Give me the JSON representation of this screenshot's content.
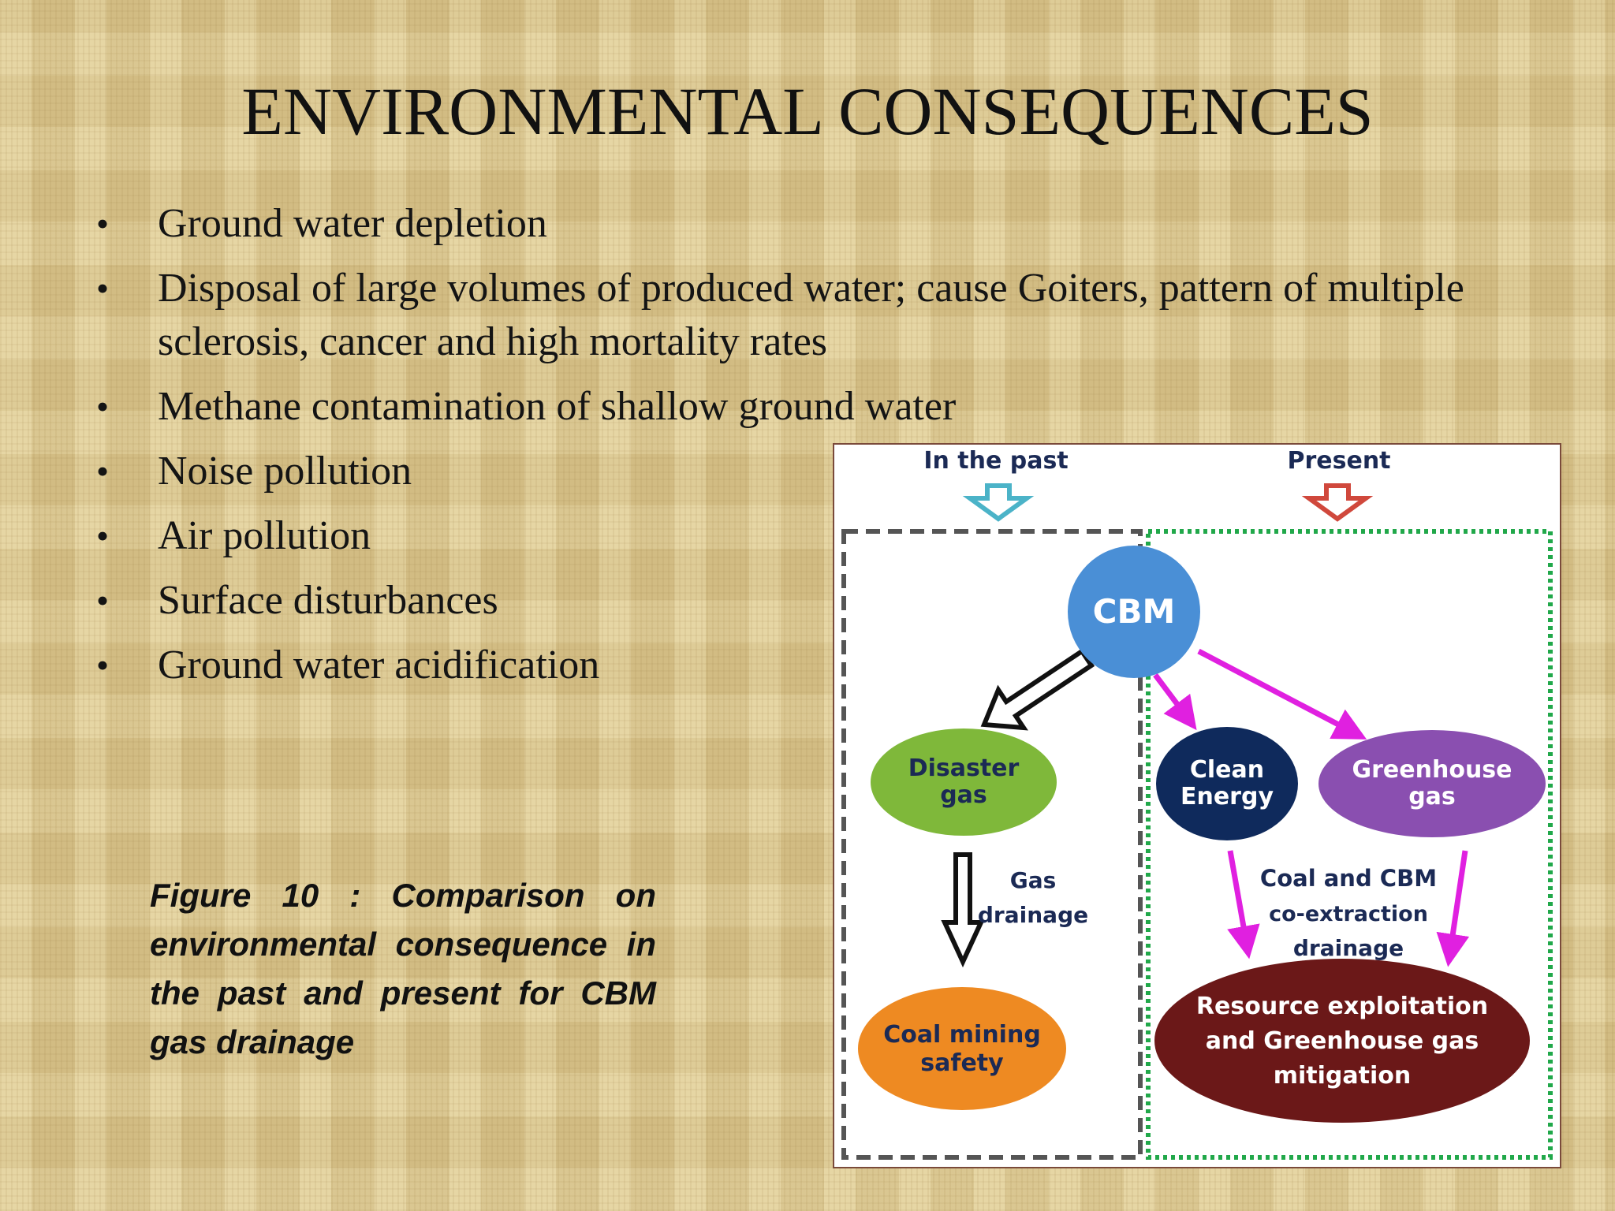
{
  "slide": {
    "title": "ENVIRONMENTAL CONSEQUENCES",
    "bullets": [
      "Ground water depletion",
      "Disposal of large volumes of produced water; cause Goiters, pattern of multiple sclerosis, cancer and high mortality rates",
      "Methane contamination of shallow ground water",
      "Noise pollution",
      "Air pollution",
      "Surface disturbances",
      "Ground water acidification"
    ],
    "bullet_symbol": "•",
    "caption": "Figure 10 : Comparison on environmental consequence in the past and present for CBM gas drainage"
  },
  "diagram": {
    "past_label": "In the past",
    "present_label": "Present",
    "nodes": {
      "cbm": "CBM",
      "disaster_gas_line1": "Disaster",
      "disaster_gas_line2": "gas",
      "clean_energy_line1": "Clean",
      "clean_energy_line2": "Energy",
      "greenhouse_line1": "Greenhouse",
      "greenhouse_line2": "gas",
      "coal_safety_line1": "Coal mining",
      "coal_safety_line2": "safety",
      "resource_line1": "Resource exploitation",
      "resource_line2": "and Greenhouse gas",
      "resource_line3": "mitigation"
    },
    "edges": {
      "gas_drainage_line1": "Gas",
      "gas_drainage_line2": "drainage",
      "co_extraction_line1": "Coal and CBM",
      "co_extraction_line2": "co-extraction",
      "co_extraction_line3": "drainage"
    },
    "colors": {
      "past_arrow": "#4bb3c8",
      "present_arrow": "#d0483c",
      "cbm": "#4a8fd6",
      "disaster_gas": "#7fb83a",
      "clean_energy": "#0f2a5c",
      "greenhouse": "#8a4fb0",
      "coal_safety": "#ee8a22",
      "resource": "#6b1818",
      "magenta_arrow": "#e020e0"
    }
  }
}
